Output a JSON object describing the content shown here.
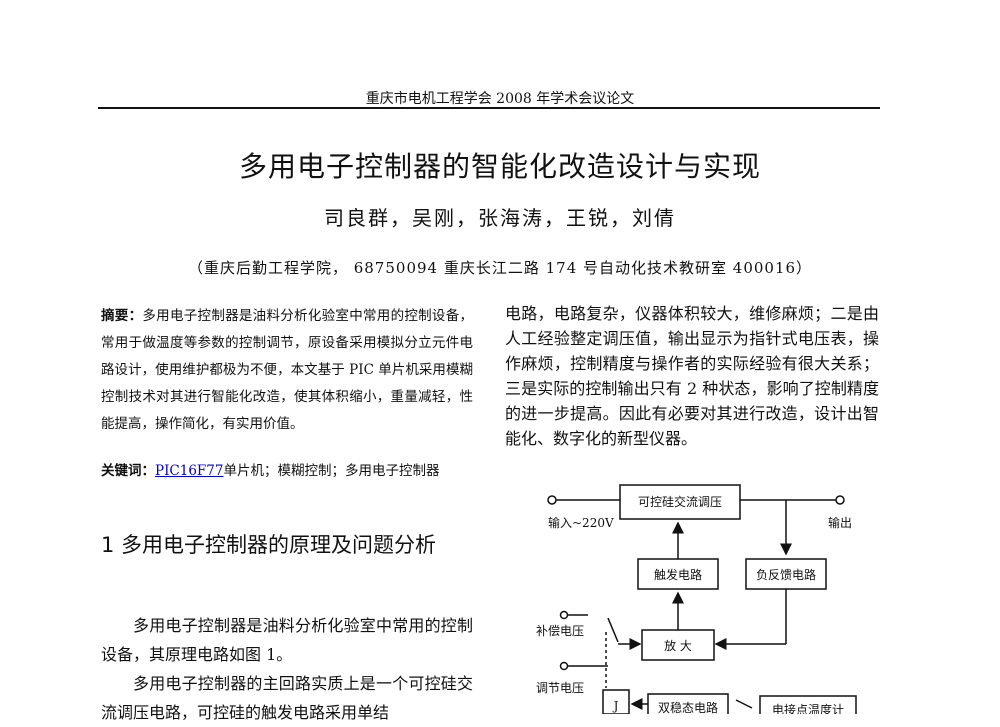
{
  "header": "重庆市电机工程学会 2008 年学术会议论文",
  "title": "多用电子控制器的智能化改造设计与实现",
  "authors": "司良群，吴刚，张海涛，王锐，刘倩",
  "affiliation": "（重庆后勤工程学院，  68750094  重庆长江二路 174 号自动化技术教研室  400016）",
  "abstract": {
    "label": "摘要：",
    "text": "多用电子控制器是油料分析化验室中常用的控制设备，常用于做温度等参数的控制调节，原设备采用模拟分立元件电路设计，使用维护都极为不便，本文基于 PIC 单片机采用模糊控制技术对其进行智能化改造，使其体积缩小，重量减轻，性能提高，操作简化，有实用价值。"
  },
  "keywords": {
    "label": "关键词：",
    "link": "PIC16F77",
    "rest": "单片机；模糊控制；多用电子控制器"
  },
  "section1": {
    "heading": "1  多用电子控制器的原理及问题分析",
    "paragraphs": [
      "多用电子控制器是油料分析化验室中常用的控制设备，其原理电路如图 1。",
      "多用电子控制器的主回路实质上是一个可控硅交流调压电路，可控硅的触发电路采用单结"
    ]
  },
  "right_text": "电路，电路复杂，仪器体积较大，维修麻烦；二是由人工经验整定调压值，输出显示为指针式电压表，操作麻烦，控制精度与操作者的实际经验有很大关系；三是实际的控制输出只有 2 种状态，影响了控制精度的进一步提高。因此有必要对其进行改造，设计出智能化、数字化的新型仪器。",
  "diagram": {
    "scr_block": "可控硅交流调压",
    "input_label": "输入~220V",
    "output_label": "输出",
    "trigger_block": "触发电路",
    "feedback_block": "负反馈电路",
    "comp_voltage": "补偿电压",
    "amp_block": "放   大",
    "adjust_voltage": "调节电压",
    "j_block": "J",
    "bistable_block": "双稳态电路",
    "thermometer_block": "电接点温度计"
  }
}
